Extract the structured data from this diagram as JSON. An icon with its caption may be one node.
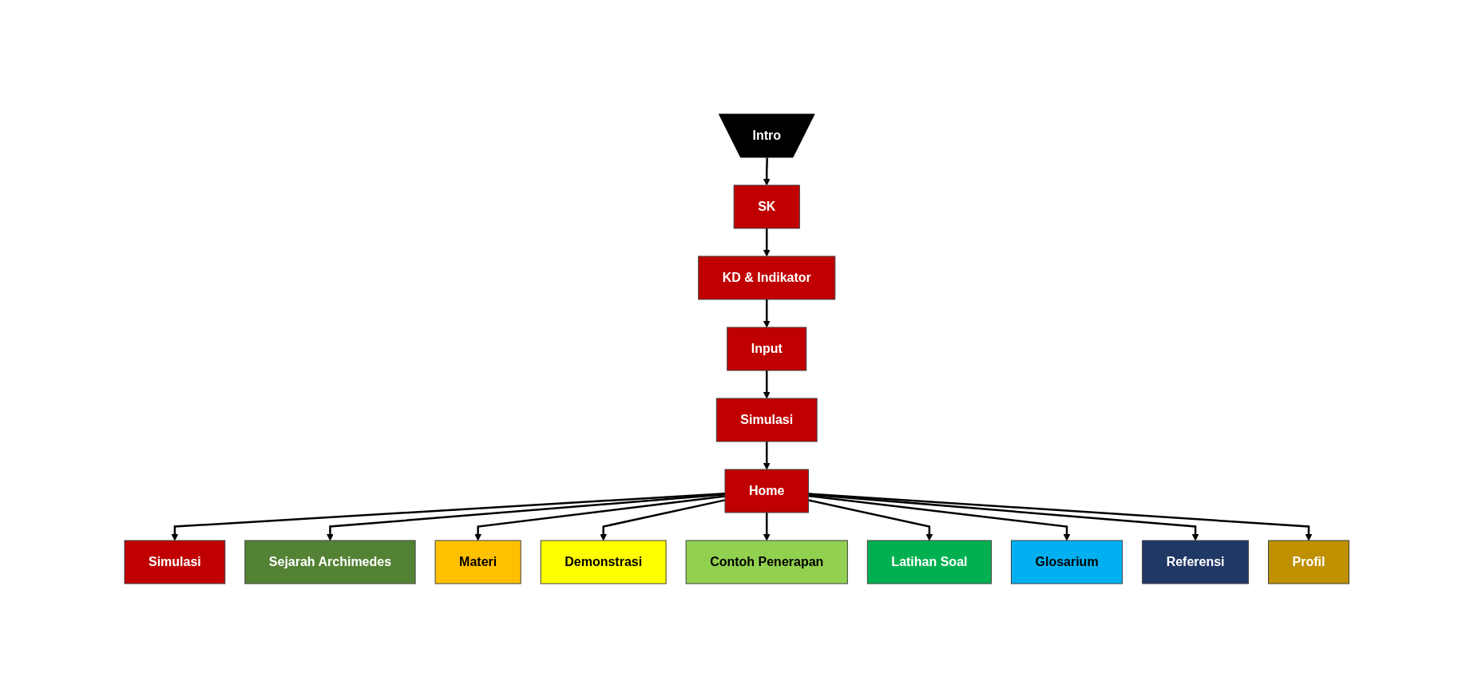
{
  "diagram": {
    "nodes": [
      {
        "text": [
          "Intro"
        ]
      },
      {
        "text": [
          "SK"
        ]
      },
      {
        "text": [
          "KD & Indikator"
        ]
      },
      {
        "text": [
          "Input"
        ]
      },
      {
        "text": [
          "Simulasi"
        ]
      },
      {
        "text": [
          "Home"
        ]
      },
      {
        "text": [
          "Simulasi"
        ]
      },
      {
        "text": [
          "Sejarah Archimedes"
        ]
      },
      {
        "text": [
          "Materi"
        ]
      },
      {
        "text": [
          "Demonstrasi"
        ]
      },
      {
        "text": [
          "Contoh Penerapan"
        ]
      },
      {
        "text": [
          "Latihan Soal"
        ]
      },
      {
        "text": [
          "Glosarium"
        ]
      },
      {
        "text": [
          "Referensi"
        ]
      },
      {
        "text": [
          "Profil"
        ]
      }
    ],
    "edges": [
      {
        "from": 0,
        "to": 1,
        "arrow": "to"
      },
      {
        "from": 1,
        "to": 2,
        "arrow": "to"
      },
      {
        "from": 2,
        "to": 3,
        "arrow": "to"
      },
      {
        "from": 3,
        "to": 4,
        "arrow": "to"
      },
      {
        "from": 4,
        "to": 5,
        "arrow": "to"
      },
      {
        "from": 5,
        "to": 6,
        "arrow": "to"
      },
      {
        "from": 5,
        "to": 7,
        "arrow": "to"
      },
      {
        "from": 5,
        "to": 8,
        "arrow": "to"
      },
      {
        "from": 5,
        "to": 9,
        "arrow": "to"
      },
      {
        "from": 5,
        "to": 10,
        "arrow": "to"
      },
      {
        "from": 5,
        "to": 11,
        "arrow": "to"
      },
      {
        "from": 5,
        "to": 12,
        "arrow": "to"
      },
      {
        "from": 5,
        "to": 13,
        "arrow": "to"
      },
      {
        "from": 5,
        "to": 14,
        "arrow": "to"
      }
    ]
  }
}
